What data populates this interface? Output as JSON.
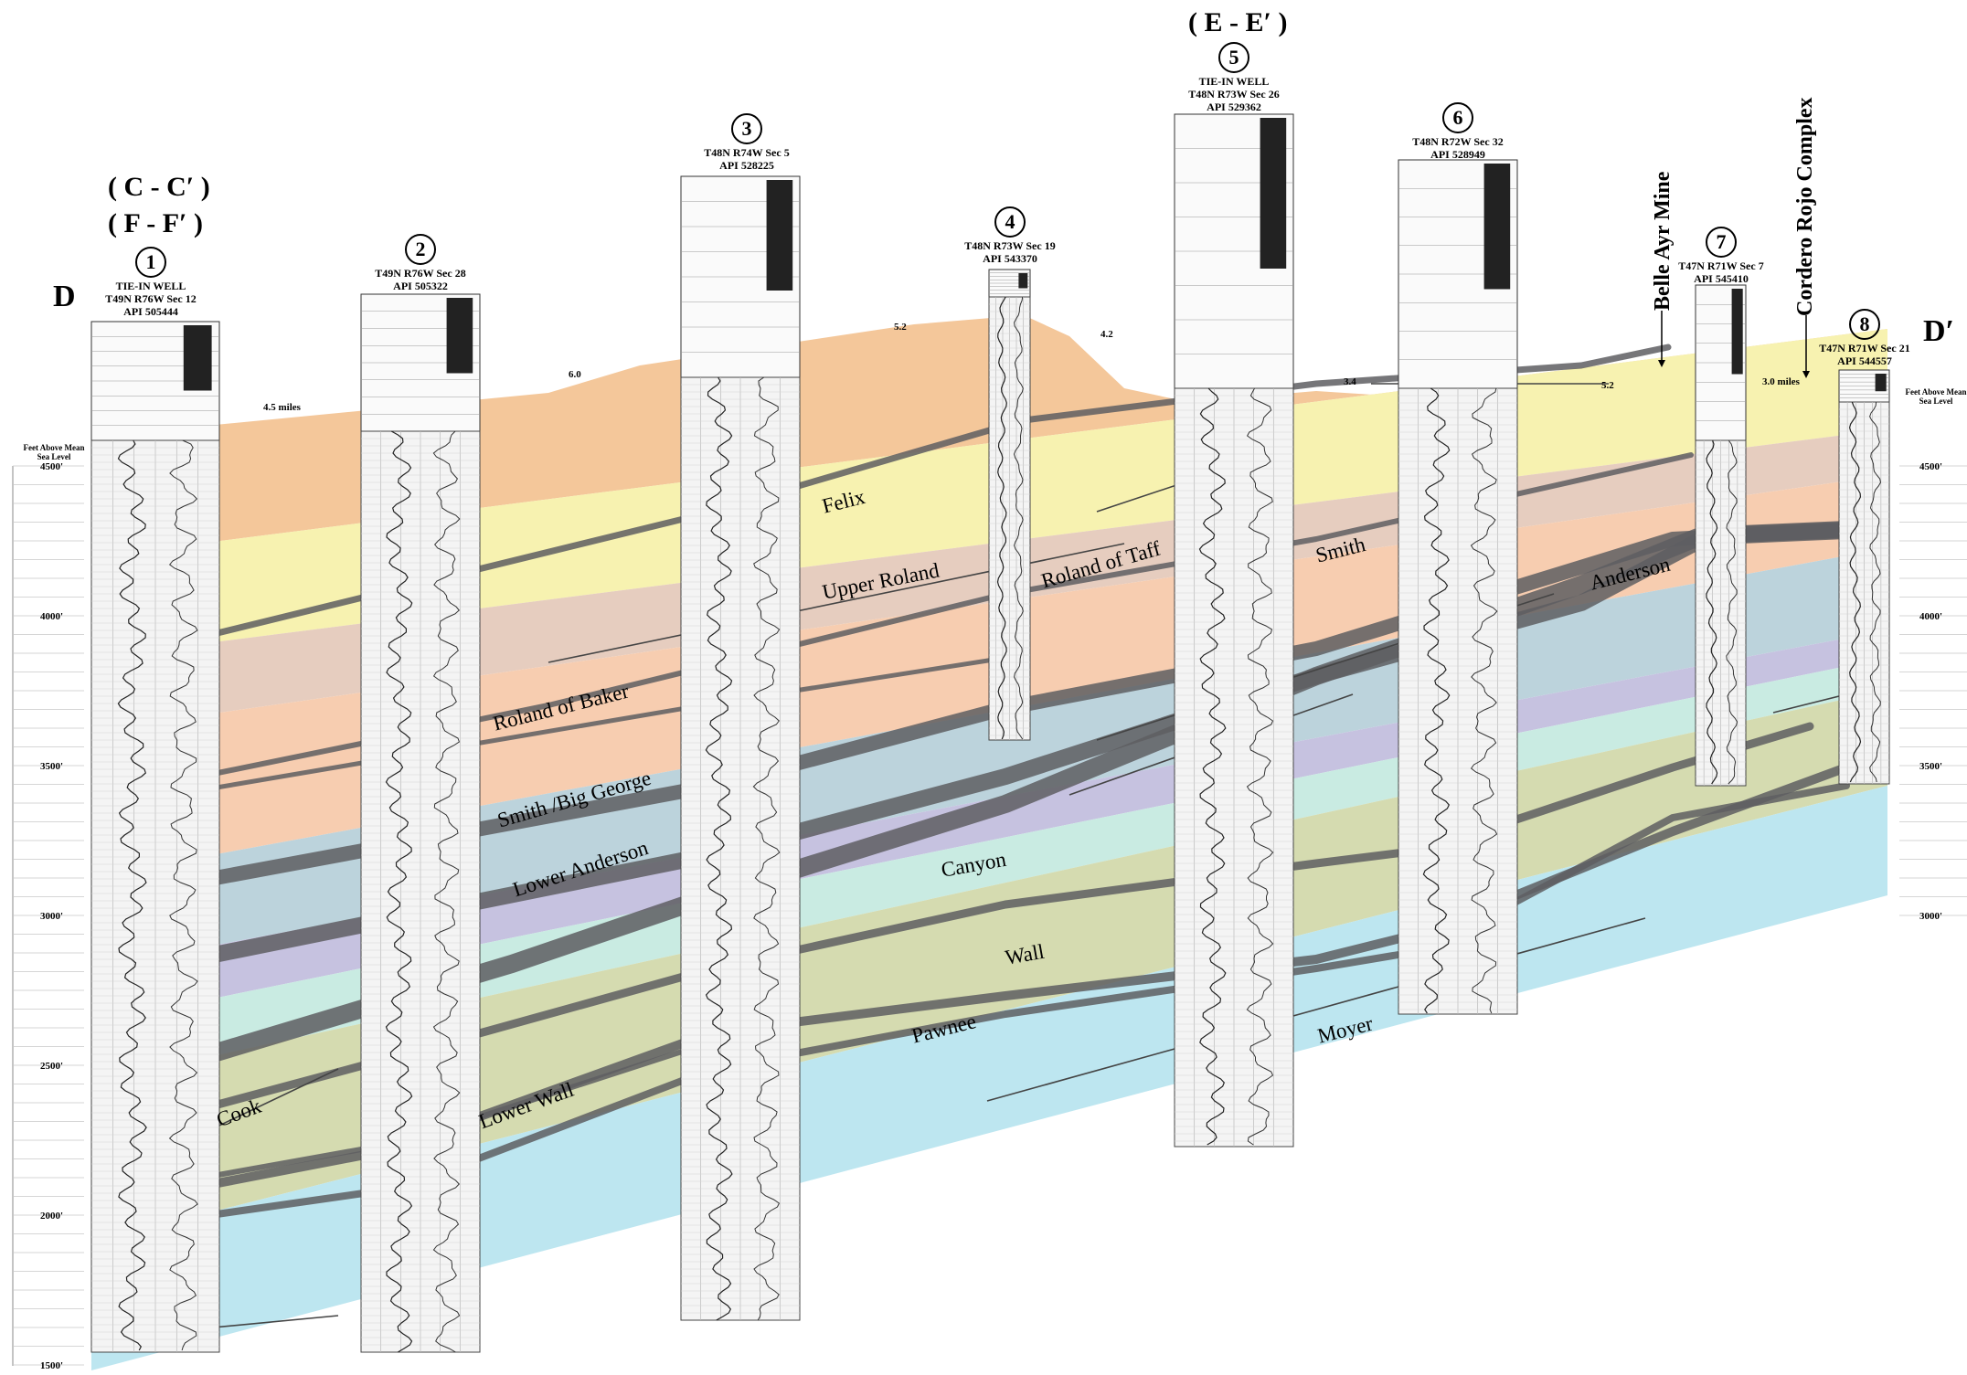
{
  "section_ends": {
    "left": "D",
    "right": "D′"
  },
  "axis": {
    "title_line1": "Feet Above Mean",
    "title_line2": "Sea Level",
    "ticks": [
      "4500'",
      "4000'",
      "3500'",
      "3000'",
      "2500'",
      "2000'",
      "1500'"
    ],
    "ticks_right": [
      "4500'",
      "4000'",
      "3500'",
      "3000'"
    ]
  },
  "cross_references": {
    "well1_line1": "( C - C′ )",
    "well1_line2": "( F - F′ )",
    "well5": "( E - E′ )"
  },
  "wells": [
    {
      "number": "1",
      "line1": "TIE-IN WELL",
      "line2": "T49N R76W Sec 12",
      "line3": "API 505444"
    },
    {
      "number": "2",
      "line1": "T49N R76W Sec 28",
      "line2": "API 505322"
    },
    {
      "number": "3",
      "line1": "T48N R74W Sec 5",
      "line2": "API 528225"
    },
    {
      "number": "4",
      "line1": "T48N R73W Sec 19",
      "line2": "API 543370"
    },
    {
      "number": "5",
      "line1": "TIE-IN WELL",
      "line2": "T48N R73W Sec 26",
      "line3": "API 529362"
    },
    {
      "number": "6",
      "line1": "T48N R72W Sec 32",
      "line2": "API 528949"
    },
    {
      "number": "7",
      "line1": "T47N R71W Sec 7",
      "line2": "API 545410"
    },
    {
      "number": "8",
      "line1": "T47N R71W Sec 21",
      "line2": "API 544557"
    }
  ],
  "distances": [
    "4.5 miles",
    "6.0",
    "5.2",
    "4.2",
    "3.4",
    "5.2",
    "3.0 miles"
  ],
  "mine_labels": {
    "belle_ayr": "Belle Ayr Mine",
    "cordero_rojo": "Cordero Rojo Complex"
  },
  "formation_labels": {
    "felix": "Felix",
    "upper_roland": "Upper Roland",
    "roland_of_taff": "Roland of Taff",
    "smith": "Smith",
    "anderson": "Anderson",
    "roland_of_baker": "Roland of Baker",
    "smith_big_george": "Smith /Big George",
    "lower_anderson": "Lower Anderson",
    "canyon": "Canyon",
    "wall": "Wall",
    "pawnee": "Pawnee",
    "moyer": "Moyer",
    "cook": "Cook",
    "lower_wall": "Lower Wall"
  },
  "colors": {
    "orange_top": "#f4c79a",
    "yellow": "#f7f2b0",
    "mauve": "#e6cdbf",
    "peach": "#f7cdb0",
    "blue_gray": "#bcd3dc",
    "lavender": "#c6c2e0",
    "mint": "#c9ebe2",
    "olive": "#d5dbb0",
    "sky": "#bde6f0",
    "coal": "#5e5e62"
  }
}
